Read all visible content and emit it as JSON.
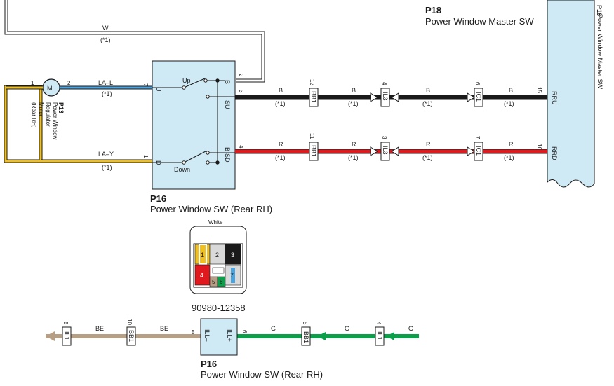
{
  "colors": {
    "body_fill": "#cfe9f5",
    "wire_black": "#1a1a1a",
    "wire_red": "#e0191e",
    "wire_blue": "#4aa3dc",
    "wire_yellow": "#f0c020",
    "wire_beige": "#b79f86",
    "wire_green": "#0aa04a",
    "wire_white": "#ffffff",
    "outline": "#1a1a1a"
  },
  "p18": {
    "code": "P18",
    "name": "Power Window Master SW",
    "name_vertical": "Power Window Master SW",
    "pin_rru": "15",
    "pin_rrd": "16",
    "term_rru": "RRU",
    "term_rrd": "RRD"
  },
  "p16_top": {
    "code": "P16",
    "name": "Power Window SW (Rear RH)",
    "up": "Up",
    "down": "Down",
    "u": "U",
    "d": "D",
    "b1": "B",
    "b2": "B",
    "su": "SU",
    "sd": "SD",
    "pin_u": "7",
    "pin_d": "1",
    "pin_b": "2",
    "pin_su": "3",
    "pin_sd": "4"
  },
  "p13": {
    "code": "P13",
    "line1": "Power Window",
    "line2": "Regulator",
    "line3": "Motor",
    "line4": "(Rear RH)",
    "symbol": "M",
    "pin1": "1",
    "pin2": "2"
  },
  "wires": {
    "w": "W",
    "w_note": "(*1)",
    "lal": "LA–L",
    "lal_note": "(*1)",
    "lay": "LA–Y",
    "lay_note": "(*1)",
    "b": "B",
    "r": "R",
    "note": "(*1)"
  },
  "connectors_top": {
    "bb1": "BB1",
    "il3": "IL3",
    "ic1": "IC1",
    "bb1_b": "12",
    "il3_b": "4",
    "ic1_b": "6",
    "bb1_r": "11",
    "il3_r": "3",
    "ic1_r": "7"
  },
  "connector_face": {
    "color_label": "White",
    "part_number": "90980-12358",
    "cells": [
      "1",
      "2",
      "3",
      "4",
      "5",
      "6",
      "7"
    ]
  },
  "bottom": {
    "il1_left": "IL1",
    "il1_left_pin": "5",
    "bb1": "BB1",
    "bb1_pin": "10",
    "wire_be1": "BE",
    "wire_be2": "BE",
    "ill_minus": "ILL–",
    "ill_plus": "ILL+",
    "pin_minus": "5",
    "pin_plus": "6",
    "bb1_r": "BB1",
    "bb1_r_pin": "5",
    "il1_right": "IL1",
    "il1_right_pin": "4",
    "wire_g1": "G",
    "wire_g2": "G",
    "wire_g3": "G",
    "code": "P16",
    "name": "Power Window SW (Rear RH)"
  }
}
